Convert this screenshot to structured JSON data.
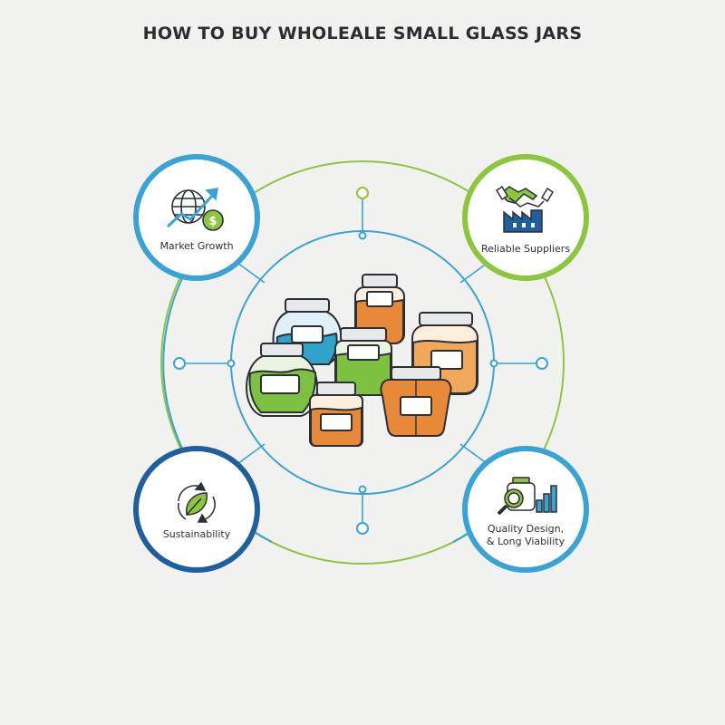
{
  "title": "HOW TO BUY WHOLEALE SMALL GLASS JARS",
  "nodes": {
    "market": {
      "label": "Market Growth",
      "icon": "globe-growth-dollar-icon",
      "color": "#3aa3d6"
    },
    "suppliers": {
      "label": "Reliable Suppliers",
      "icon": "handshake-factory-icon",
      "color": "#8cc63f"
    },
    "sustainability": {
      "label": "Sustainability",
      "icon": "leaf-recycle-icon",
      "color": "#1f5f9e"
    },
    "quality": {
      "label_line1": "Quality Design,",
      "label_line2": "& Long Viability",
      "icon": "magnifier-jar-chart-icon",
      "color": "#3aa3d6"
    }
  },
  "center": {
    "icon": "glass-jars-cluster-icon"
  },
  "colors": {
    "background": "#f1f1ef",
    "blue": "#3aa3d6",
    "green": "#8cc63f",
    "navy": "#1f5f9e",
    "orange": "#e8893a",
    "jar_blue": "#2fa3c9",
    "jar_green": "#7cc142"
  }
}
